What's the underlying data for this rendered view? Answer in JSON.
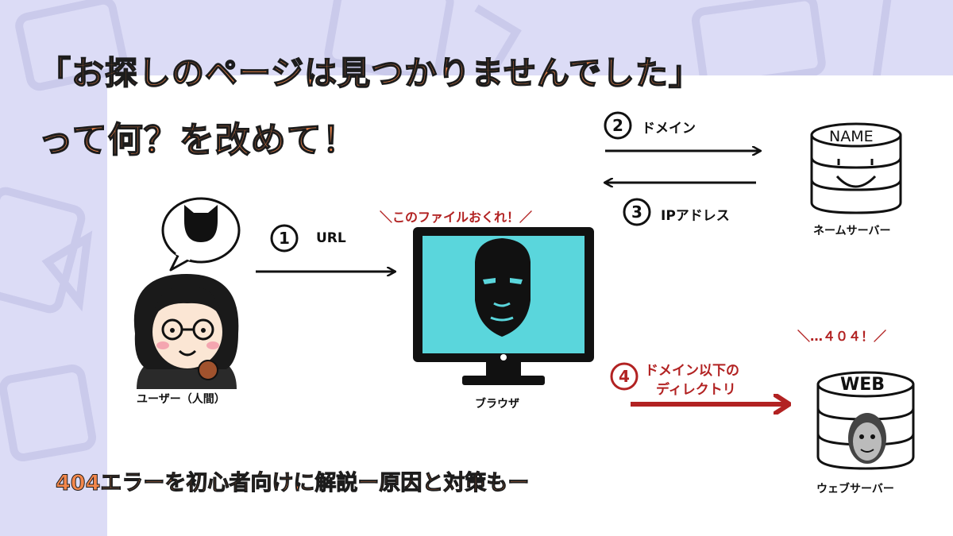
{
  "title_line1": "「お探しのページは見つかりませんでした」",
  "title_line2": "って何？を改めて！",
  "subtitle": "404エラーを初心者向けに解説ー原因と対策もー",
  "user_label": "ユーザー（人間）",
  "browser_label": "ブラウザ",
  "browser_speech": "＼このファイルおくれ！／",
  "nameserver_label": "ネームサーバー",
  "nameserver_db_text": "NAME",
  "webserver_label": "ウェブサーバー",
  "webserver_db_text": "WEB",
  "webserver_speech": "＼…４０４！／",
  "steps": [
    {
      "num": "①",
      "text": "URL"
    },
    {
      "num": "②",
      "text": "ドメイン"
    },
    {
      "num": "③",
      "text": "IPアドレス"
    },
    {
      "num": "④",
      "text_line1": "ドメイン以下の",
      "text_line2": "ディレクトリ"
    }
  ],
  "colors": {
    "title_orange": "#f4874b",
    "accent_red": "#b22222",
    "monitor_screen": "#5ad6dc",
    "background": "#dcdcf6"
  }
}
